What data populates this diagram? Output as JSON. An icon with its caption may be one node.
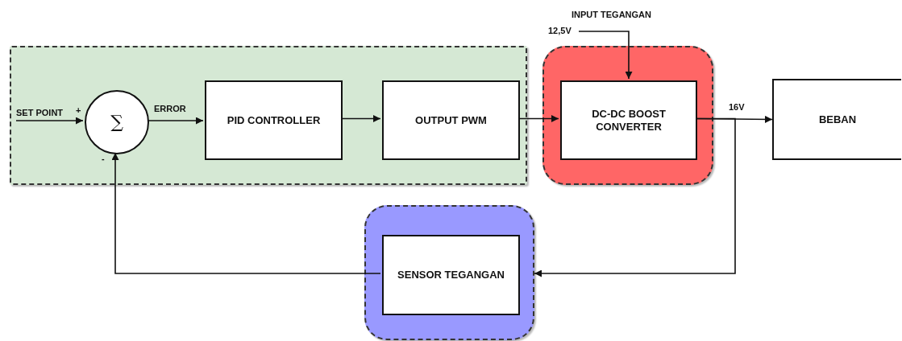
{
  "diagram": {
    "nodes": [
      {
        "text": [],
        "shape": "box"
      },
      {
        "text": [
          "SET POINT"
        ],
        "in": 0
      },
      {
        "text": [
          "∑"
        ],
        "in": 0
      },
      {
        "text": [
          "PID CONTROLLER"
        ],
        "in": 0
      },
      {
        "text": [
          "OUTPUT PWM"
        ],
        "in": 0
      },
      {
        "text": [],
        "shape": "box"
      },
      {
        "text": [
          "DC-DC BOOST CONVERTER"
        ],
        "in": 5
      },
      {
        "text": [
          "BEBAN"
        ]
      },
      {
        "text": [],
        "shape": "box"
      },
      {
        "text": [
          "SENSOR TEGANGAN"
        ],
        "in": 8
      },
      {
        "text": [
          "12,5V"
        ]
      }
    ],
    "edges": [
      {
        "from": 1,
        "to": 2,
        "arrow": "to"
      },
      {
        "from": 2,
        "to": 3,
        "arrow": "to",
        "label": "ERROR"
      },
      {
        "from": 3,
        "to": 4,
        "arrow": "to"
      },
      {
        "from": 4,
        "to": 6,
        "arrow": "to"
      },
      {
        "from": 10,
        "to": 6,
        "arrow": "to"
      },
      {
        "from": 6,
        "to": 7,
        "arrow": "to",
        "label": "16V"
      },
      {
        "from": 6,
        "to": 8,
        "arrow": "to"
      },
      {
        "from": 9,
        "to": 2,
        "arrow": "to"
      }
    ],
    "labels": [
      "INPUT TEGANGAN",
      "+",
      "-"
    ]
  }
}
